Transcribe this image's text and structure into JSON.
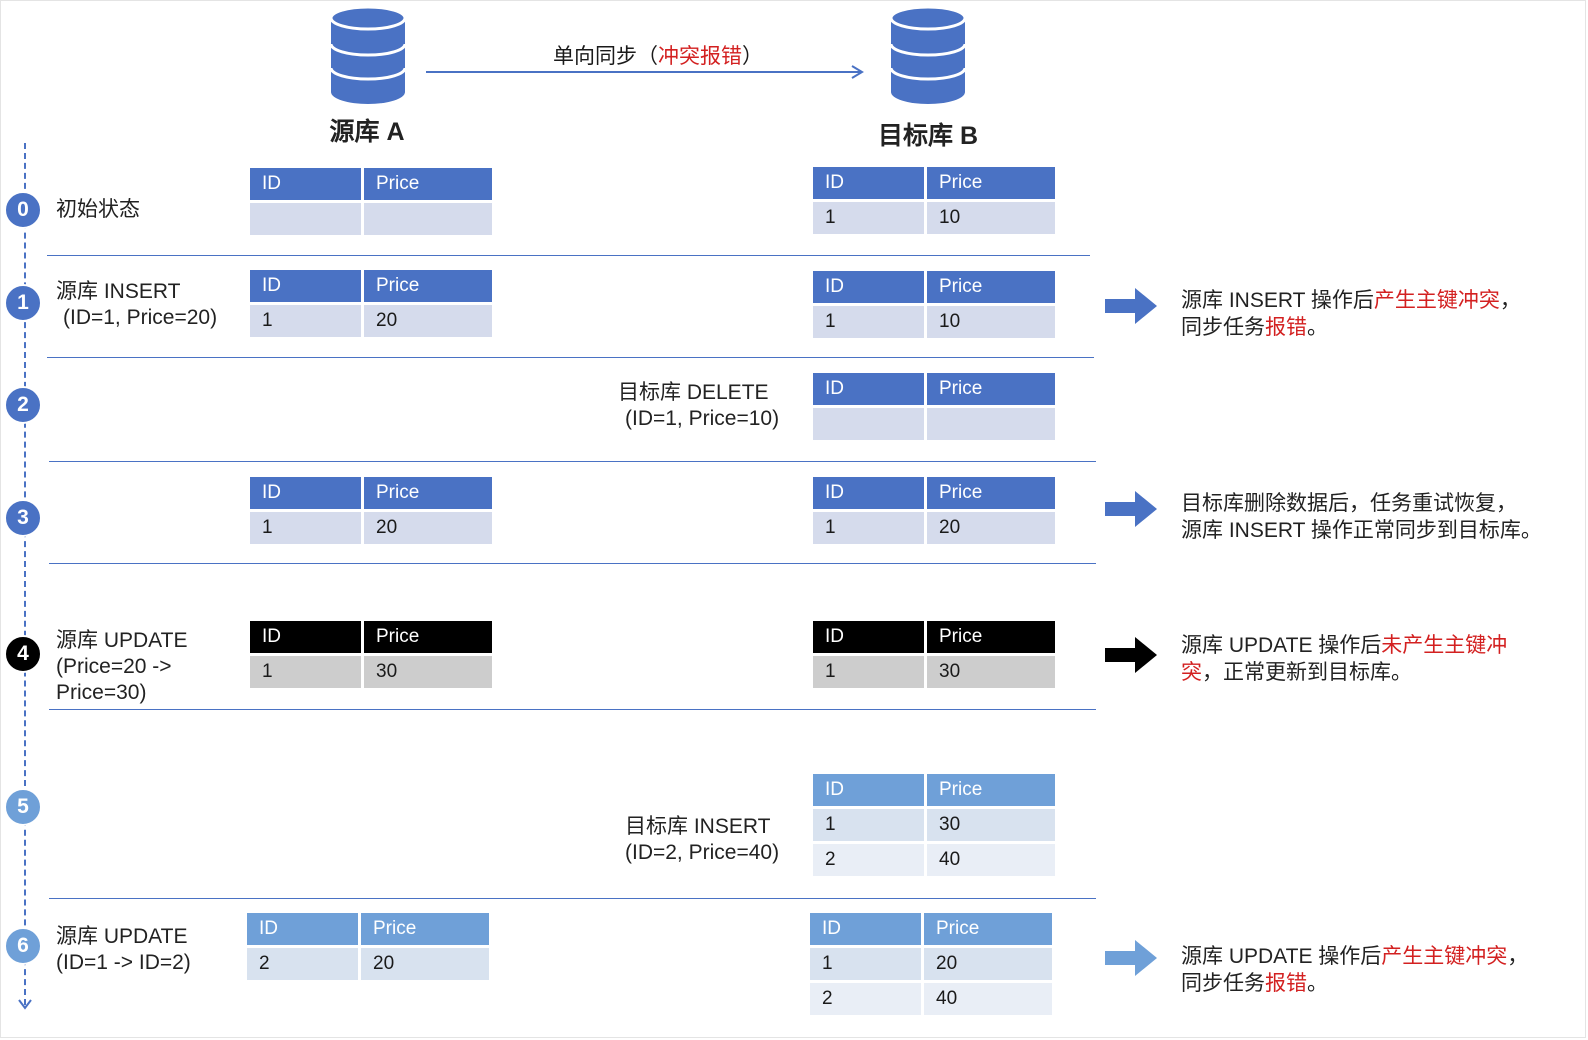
{
  "header": {
    "source_db_label": "源库 A",
    "target_db_label": "目标库 B",
    "sync_label_normal": "单向同步（",
    "sync_label_red": "冲突报错",
    "sync_label_close": "）"
  },
  "table_headers": {
    "id": "ID",
    "price": "Price"
  },
  "colors": {
    "accent_blue": "#4a72c4",
    "light_blue": "#6fa0d8",
    "black": "#000000",
    "error_red": "#d32020"
  },
  "steps": [
    {
      "number": "0",
      "label": "初始状态",
      "source_rows": [
        [
          "",
          ""
        ]
      ],
      "target_rows": [
        [
          "1",
          "10"
        ]
      ]
    },
    {
      "number": "1",
      "label_line1": "源库 INSERT",
      "label_line2": "(ID=1, Price=20)",
      "source_rows": [
        [
          "1",
          "20"
        ]
      ],
      "target_rows": [
        [
          "1",
          "10"
        ]
      ],
      "note_line1_normal": "源库 INSERT 操作后",
      "note_line1_red": "产生主键冲突",
      "note_line1_end": "，",
      "note_line2_normal": "同步任务",
      "note_line2_red": "报错",
      "note_line2_end": "。"
    },
    {
      "number": "2",
      "op_line1": "目标库 DELETE",
      "op_line2": "(ID=1, Price=10)",
      "target_rows": [
        [
          "",
          ""
        ]
      ]
    },
    {
      "number": "3",
      "source_rows": [
        [
          "1",
          "20"
        ]
      ],
      "target_rows": [
        [
          "1",
          "20"
        ]
      ],
      "note_line1": "目标库删除数据后，任务重试恢复，",
      "note_line2": "源库 INSERT 操作正常同步到目标库。"
    },
    {
      "number": "4",
      "label_line1": "源库 UPDATE",
      "label_line2": "(Price=20 ->",
      "label_line3": "Price=30)",
      "source_rows": [
        [
          "1",
          "30"
        ]
      ],
      "target_rows": [
        [
          "1",
          "30"
        ]
      ],
      "note_line1_normal": "源库 UPDATE 操作后",
      "note_line1_red": "未产生主键冲",
      "note_line2_red": "突",
      "note_line2_normal": "，正常更新到目标库。"
    },
    {
      "number": "5",
      "op_line1": "目标库 INSERT",
      "op_line2": "(ID=2, Price=40)",
      "target_rows": [
        [
          "1",
          "30"
        ],
        [
          "2",
          "40"
        ]
      ]
    },
    {
      "number": "6",
      "label_line1": "源库 UPDATE",
      "label_line2": "(ID=1 -> ID=2)",
      "source_rows": [
        [
          "2",
          "20"
        ]
      ],
      "target_rows": [
        [
          "1",
          "20"
        ],
        [
          "2",
          "40"
        ]
      ],
      "note_line1_normal": "源库 UPDATE 操作后",
      "note_line1_red": "产生主键冲突",
      "note_line1_end": "，",
      "note_line2_normal": "同步任务",
      "note_line2_red": "报错",
      "note_line2_end": "。"
    }
  ]
}
